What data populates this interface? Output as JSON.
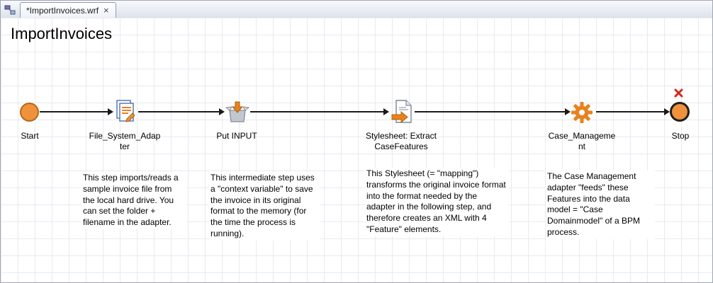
{
  "window": {
    "tab": {
      "label": "*ImportInvoices.wrf",
      "close": "×"
    }
  },
  "title": "ImportInvoices",
  "workflow": {
    "nodes": [
      {
        "id": "start",
        "label": "Start",
        "icon": "start-circle-icon"
      },
      {
        "id": "file_system_adapter",
        "label": "File_System_Adapter",
        "icon": "document-stack-icon"
      },
      {
        "id": "put_input",
        "label": "Put INPUT",
        "icon": "box-input-icon"
      },
      {
        "id": "stylesheet_extract",
        "label": "Stylesheet: ExtractCaseFeatures",
        "icon": "document-transform-icon"
      },
      {
        "id": "case_management",
        "label": "Case_Management",
        "icon": "gear-icon"
      },
      {
        "id": "stop",
        "label": "Stop",
        "icon": "stop-circle-icon",
        "badge": "error-x-icon"
      }
    ],
    "notes": [
      {
        "text": "This step imports/reads a sample invoice file from the local hard drive. You can set the folder + filename in the adapter."
      },
      {
        "text": "This intermediate step uses a \"context variable\" to save the invoice in its original format to the memory (for the time the process is running)."
      },
      {
        "text": "This Stylesheet (= \"mapping\") transforms the original invoice format into the format needed by the adapter in the following step, and therefore creates an XML with 4 \"Feature\" elements."
      },
      {
        "text": "The Case Management adapter \"feeds\" these Features into the data model = \"Case Domainmodel\" of a BPM process."
      }
    ]
  },
  "colors": {
    "accent_orange": "#e8821e",
    "node_fill_orange": "#f0913b",
    "error_red": "#d3281c",
    "grid": "#e8eaf0"
  }
}
